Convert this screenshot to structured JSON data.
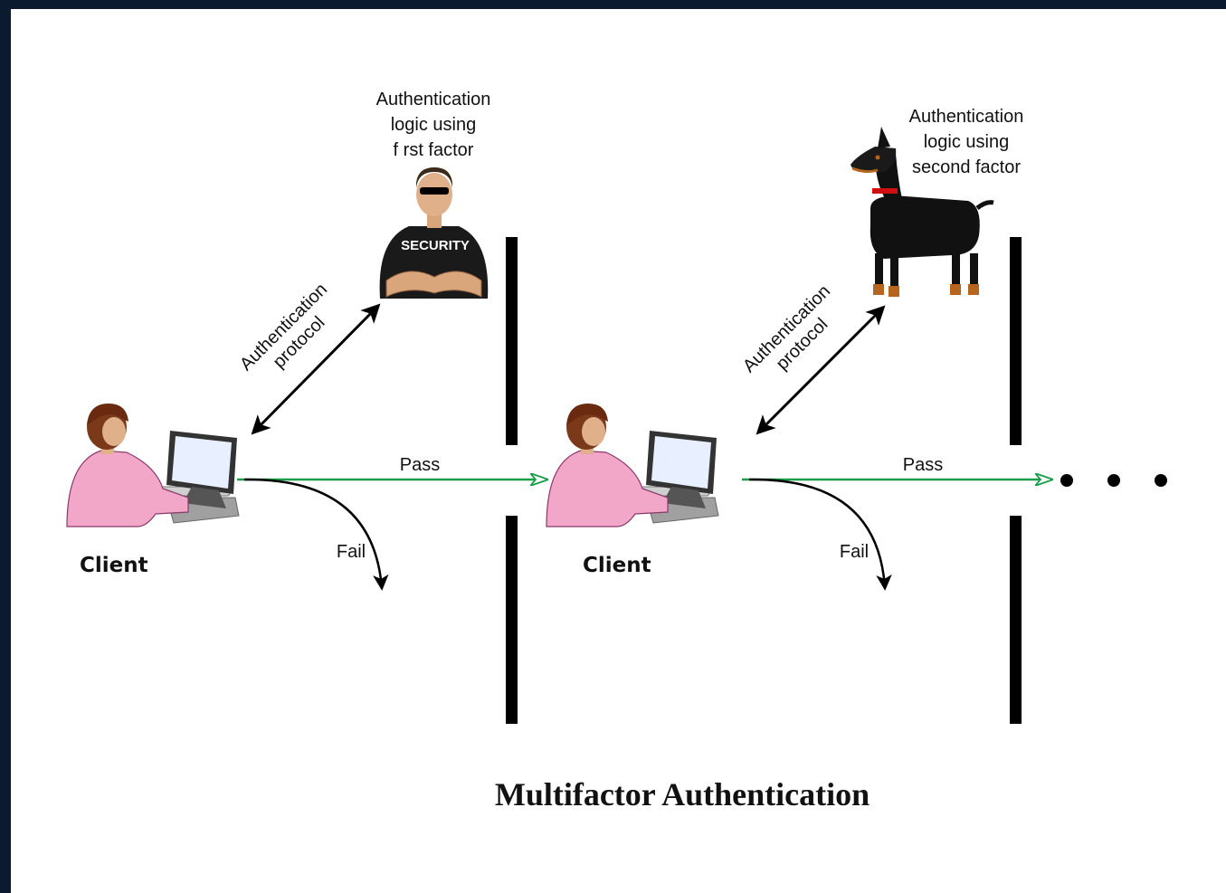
{
  "diagram": {
    "title": "Multifactor Authentication",
    "stage1": {
      "logic_label": [
        "Authentication",
        "logic using",
        "f rst factor"
      ],
      "protocol_label": [
        "Authentication",
        "protocol"
      ],
      "client_label": "Client",
      "pass_label": "Pass",
      "fail_label": "Fail",
      "guard_shirt_text": "SECURITY"
    },
    "stage2": {
      "logic_label": [
        "Authentication",
        "logic using",
        "second factor"
      ],
      "protocol_label": [
        "Authentication",
        "protocol"
      ],
      "client_label": "Client",
      "pass_label": "Pass",
      "fail_label": "Fail"
    },
    "colors": {
      "pass_arrow": "#1a9e4a",
      "barrier": "#000000",
      "client_shirt": "#f2a6c8",
      "monitor_screen": "#e8f0ff"
    }
  }
}
